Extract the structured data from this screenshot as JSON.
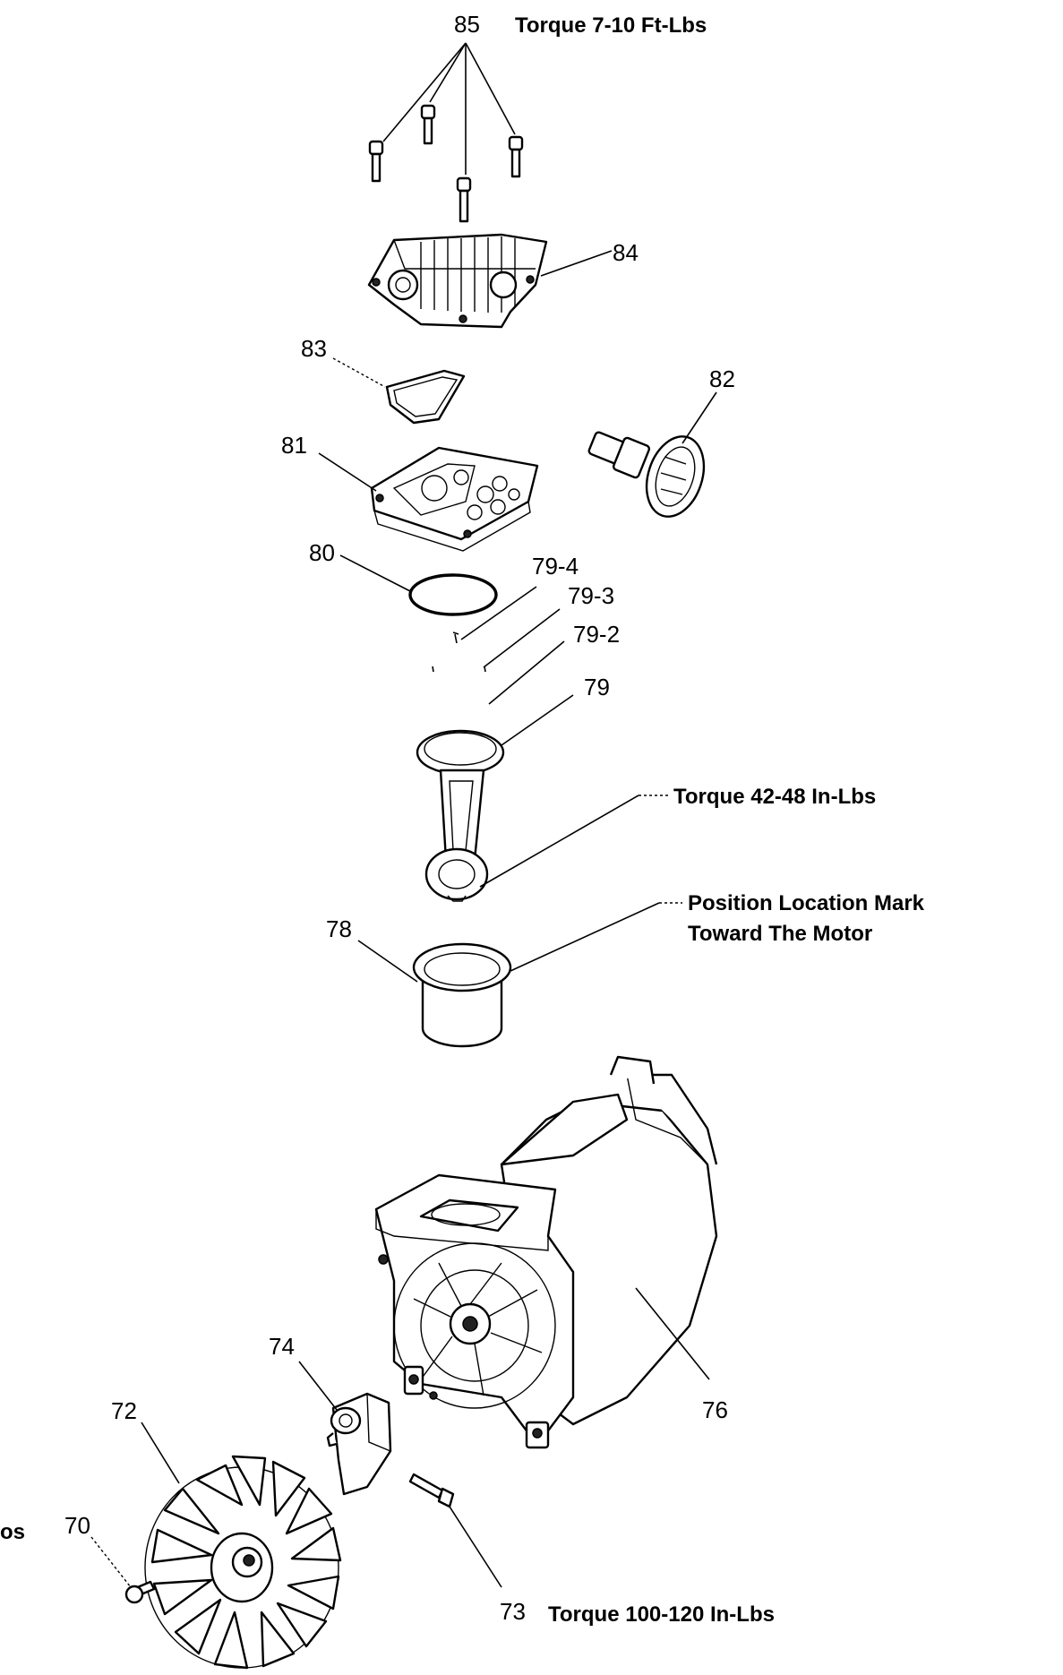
{
  "callouts": {
    "p85": "85",
    "p84": "84",
    "p83": "83",
    "p82": "82",
    "p81": "81",
    "p80": "80",
    "p79_4": "79-4",
    "p79_3": "79-3",
    "p79_2": "79-2",
    "p79": "79",
    "p78": "78",
    "p76": "76",
    "p74": "74",
    "p73": "73",
    "p72": "72",
    "p70": "70"
  },
  "notes": {
    "torque_head_bolts": "Torque 7-10 Ft-Lbs",
    "torque_connecting_rod": "Torque 42-48 In-Lbs",
    "position_mark_line1": "Position Location Mark",
    "position_mark_line2": "Toward The Motor",
    "torque_bolt_73": "Torque 100-120 In-Lbs",
    "cut_off_edge_text": "os"
  }
}
